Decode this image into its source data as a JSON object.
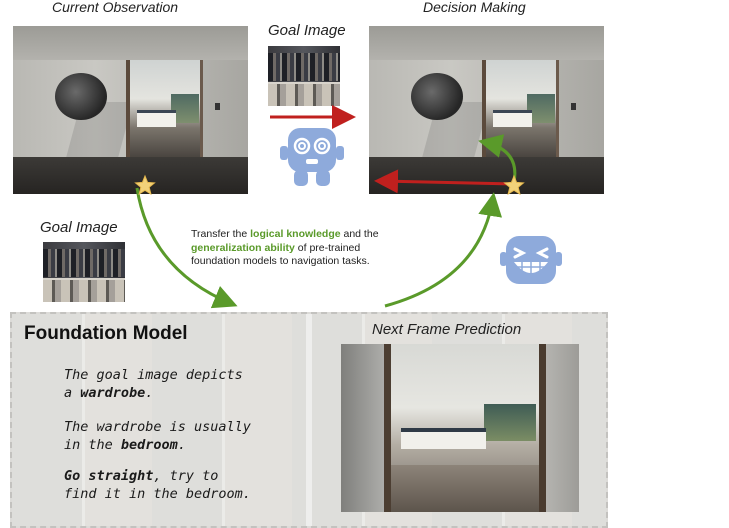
{
  "captions": {
    "current_observation": "Current Observation",
    "goal_image_top": "Goal Image",
    "decision_making": "Decision Making",
    "goal_image_left": "Goal Image",
    "next_frame_prediction": "Next Frame Prediction"
  },
  "transfer_text": {
    "line1_a": "Transfer the ",
    "line1_b": "logical knowledge",
    "line1_c": " and the",
    "line2_a": "generalization ability",
    "line2_b": " of pre-trained",
    "line3": "foundation models to navigation tasks."
  },
  "foundation_model": {
    "title": "Foundation Model",
    "reasoning": [
      {
        "pre": "The goal image depicts",
        "line2_pre": "a ",
        "bold": "wardrobe",
        "post": "."
      },
      {
        "pre": "The wardrobe is usually",
        "line2_pre": "in the ",
        "bold": "bedroom",
        "post": "."
      },
      {
        "bold_first": "Go straight",
        "pre": ", try to",
        "line2": "find it in the bedroom."
      }
    ]
  },
  "colors": {
    "red_arrow": "#c0201e",
    "green_arrow": "#5a9a2a",
    "robot_blue": "#8eaadb",
    "star": "#f2d27a"
  },
  "icons": [
    "confused-robot-icon",
    "grinning-robot-icon",
    "star-icon"
  ]
}
